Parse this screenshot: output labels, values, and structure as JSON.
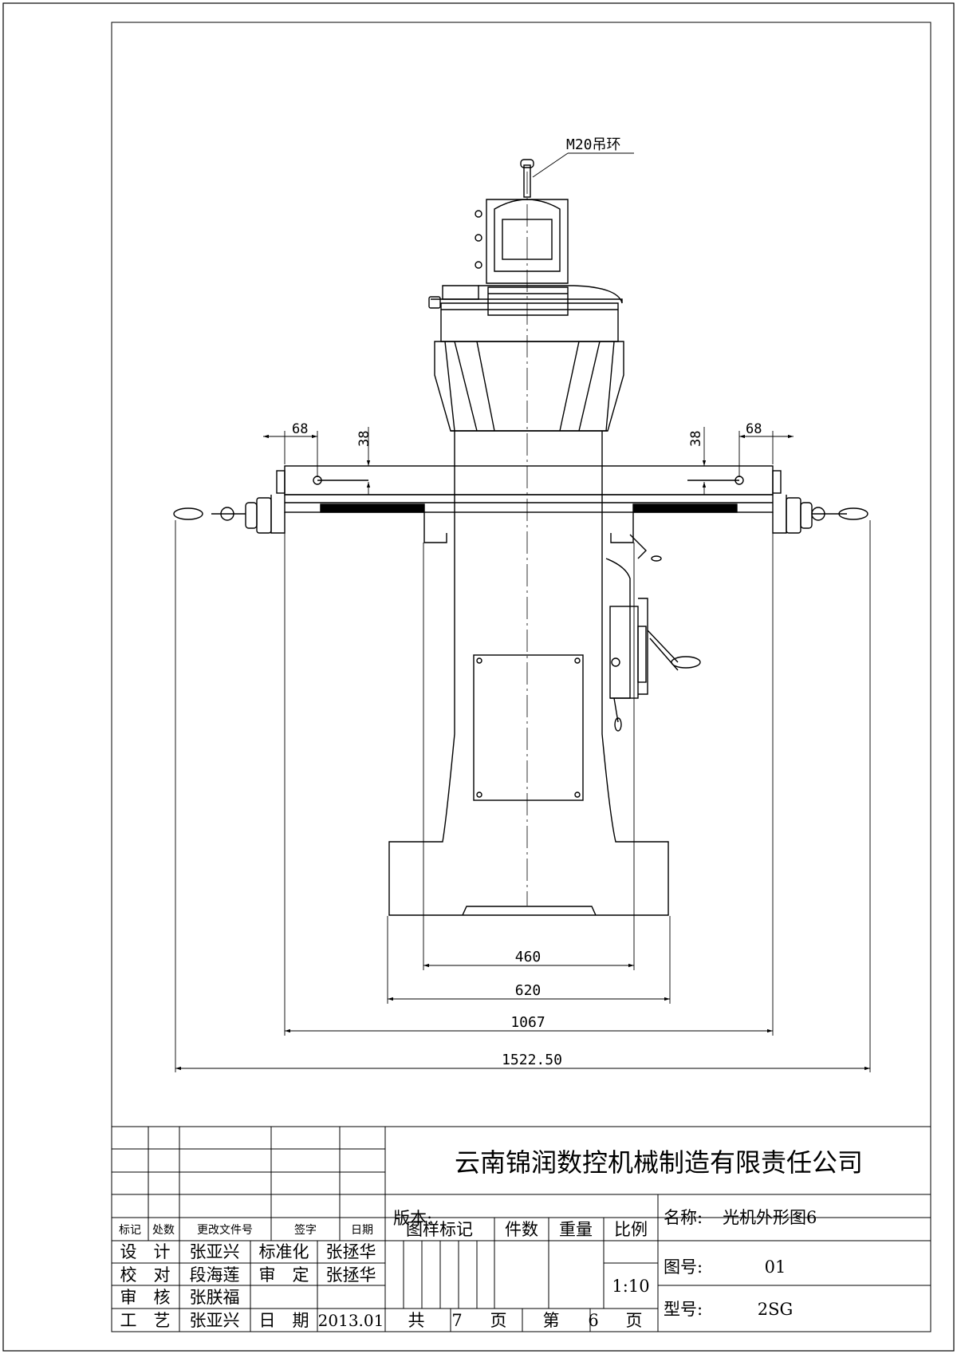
{
  "drawing": {
    "callout": "M20吊环",
    "dims": {
      "left_offset": "68",
      "left_height": "38",
      "right_offset": "68",
      "right_height": "38",
      "base_inner": "460",
      "base_outer": "620",
      "table_length": "1067",
      "overall": "1522.50"
    }
  },
  "title_block": {
    "company": "云南锦润数控机械制造有限责任公司",
    "rev_headers": [
      "标记",
      "处数",
      "更改文件号",
      "签字",
      "日期"
    ],
    "roles": [
      {
        "role": "设　计",
        "name": "张亚兴",
        "role2": "标准化",
        "name2": "张拯华"
      },
      {
        "role": "校　对",
        "name": "段海莲",
        "role2": "审　定",
        "name2": "张拯华"
      },
      {
        "role": "审　核",
        "name": "张朕福",
        "role2": "",
        "name2": ""
      },
      {
        "role": "工　艺",
        "name": "张亚兴",
        "role2": "日　期",
        "name2": "2013.01"
      }
    ],
    "version_label": "版本:",
    "mid_headers": [
      "图样标记",
      "件数",
      "重量",
      "比例"
    ],
    "scale": "1:10",
    "pages": {
      "total_label": "共",
      "total": "7",
      "page_unit": "页",
      "current_label": "第",
      "current": "6",
      "current_unit": "页"
    },
    "name_label": "名称:",
    "name_value": "光机外形图6",
    "drawing_no_label": "图号:",
    "drawing_no": "01",
    "model_label": "型号:",
    "model": "2SG"
  }
}
